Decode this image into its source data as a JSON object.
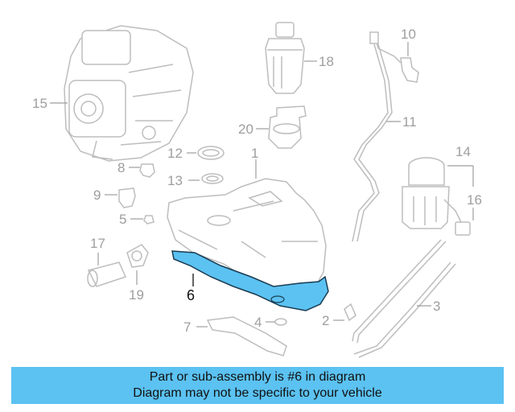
{
  "callouts": {
    "c1": "1",
    "c2": "2",
    "c3": "3",
    "c4": "4",
    "c5": "5",
    "c6": "6",
    "c7": "7",
    "c8": "8",
    "c9": "9",
    "c10": "10",
    "c11": "11",
    "c12": "12",
    "c13": "13",
    "c14": "14",
    "c15": "15",
    "c16": "16",
    "c17": "17",
    "c18": "18",
    "c19": "19",
    "c20": "20"
  },
  "highlight": {
    "part_number": "6",
    "color": "#5bc2f2"
  },
  "banner": {
    "line1": "Part or sub-assembly is #6 in diagram",
    "line2": "Diagram may not be specific to your vehicle",
    "background": "#5bc2f2"
  }
}
